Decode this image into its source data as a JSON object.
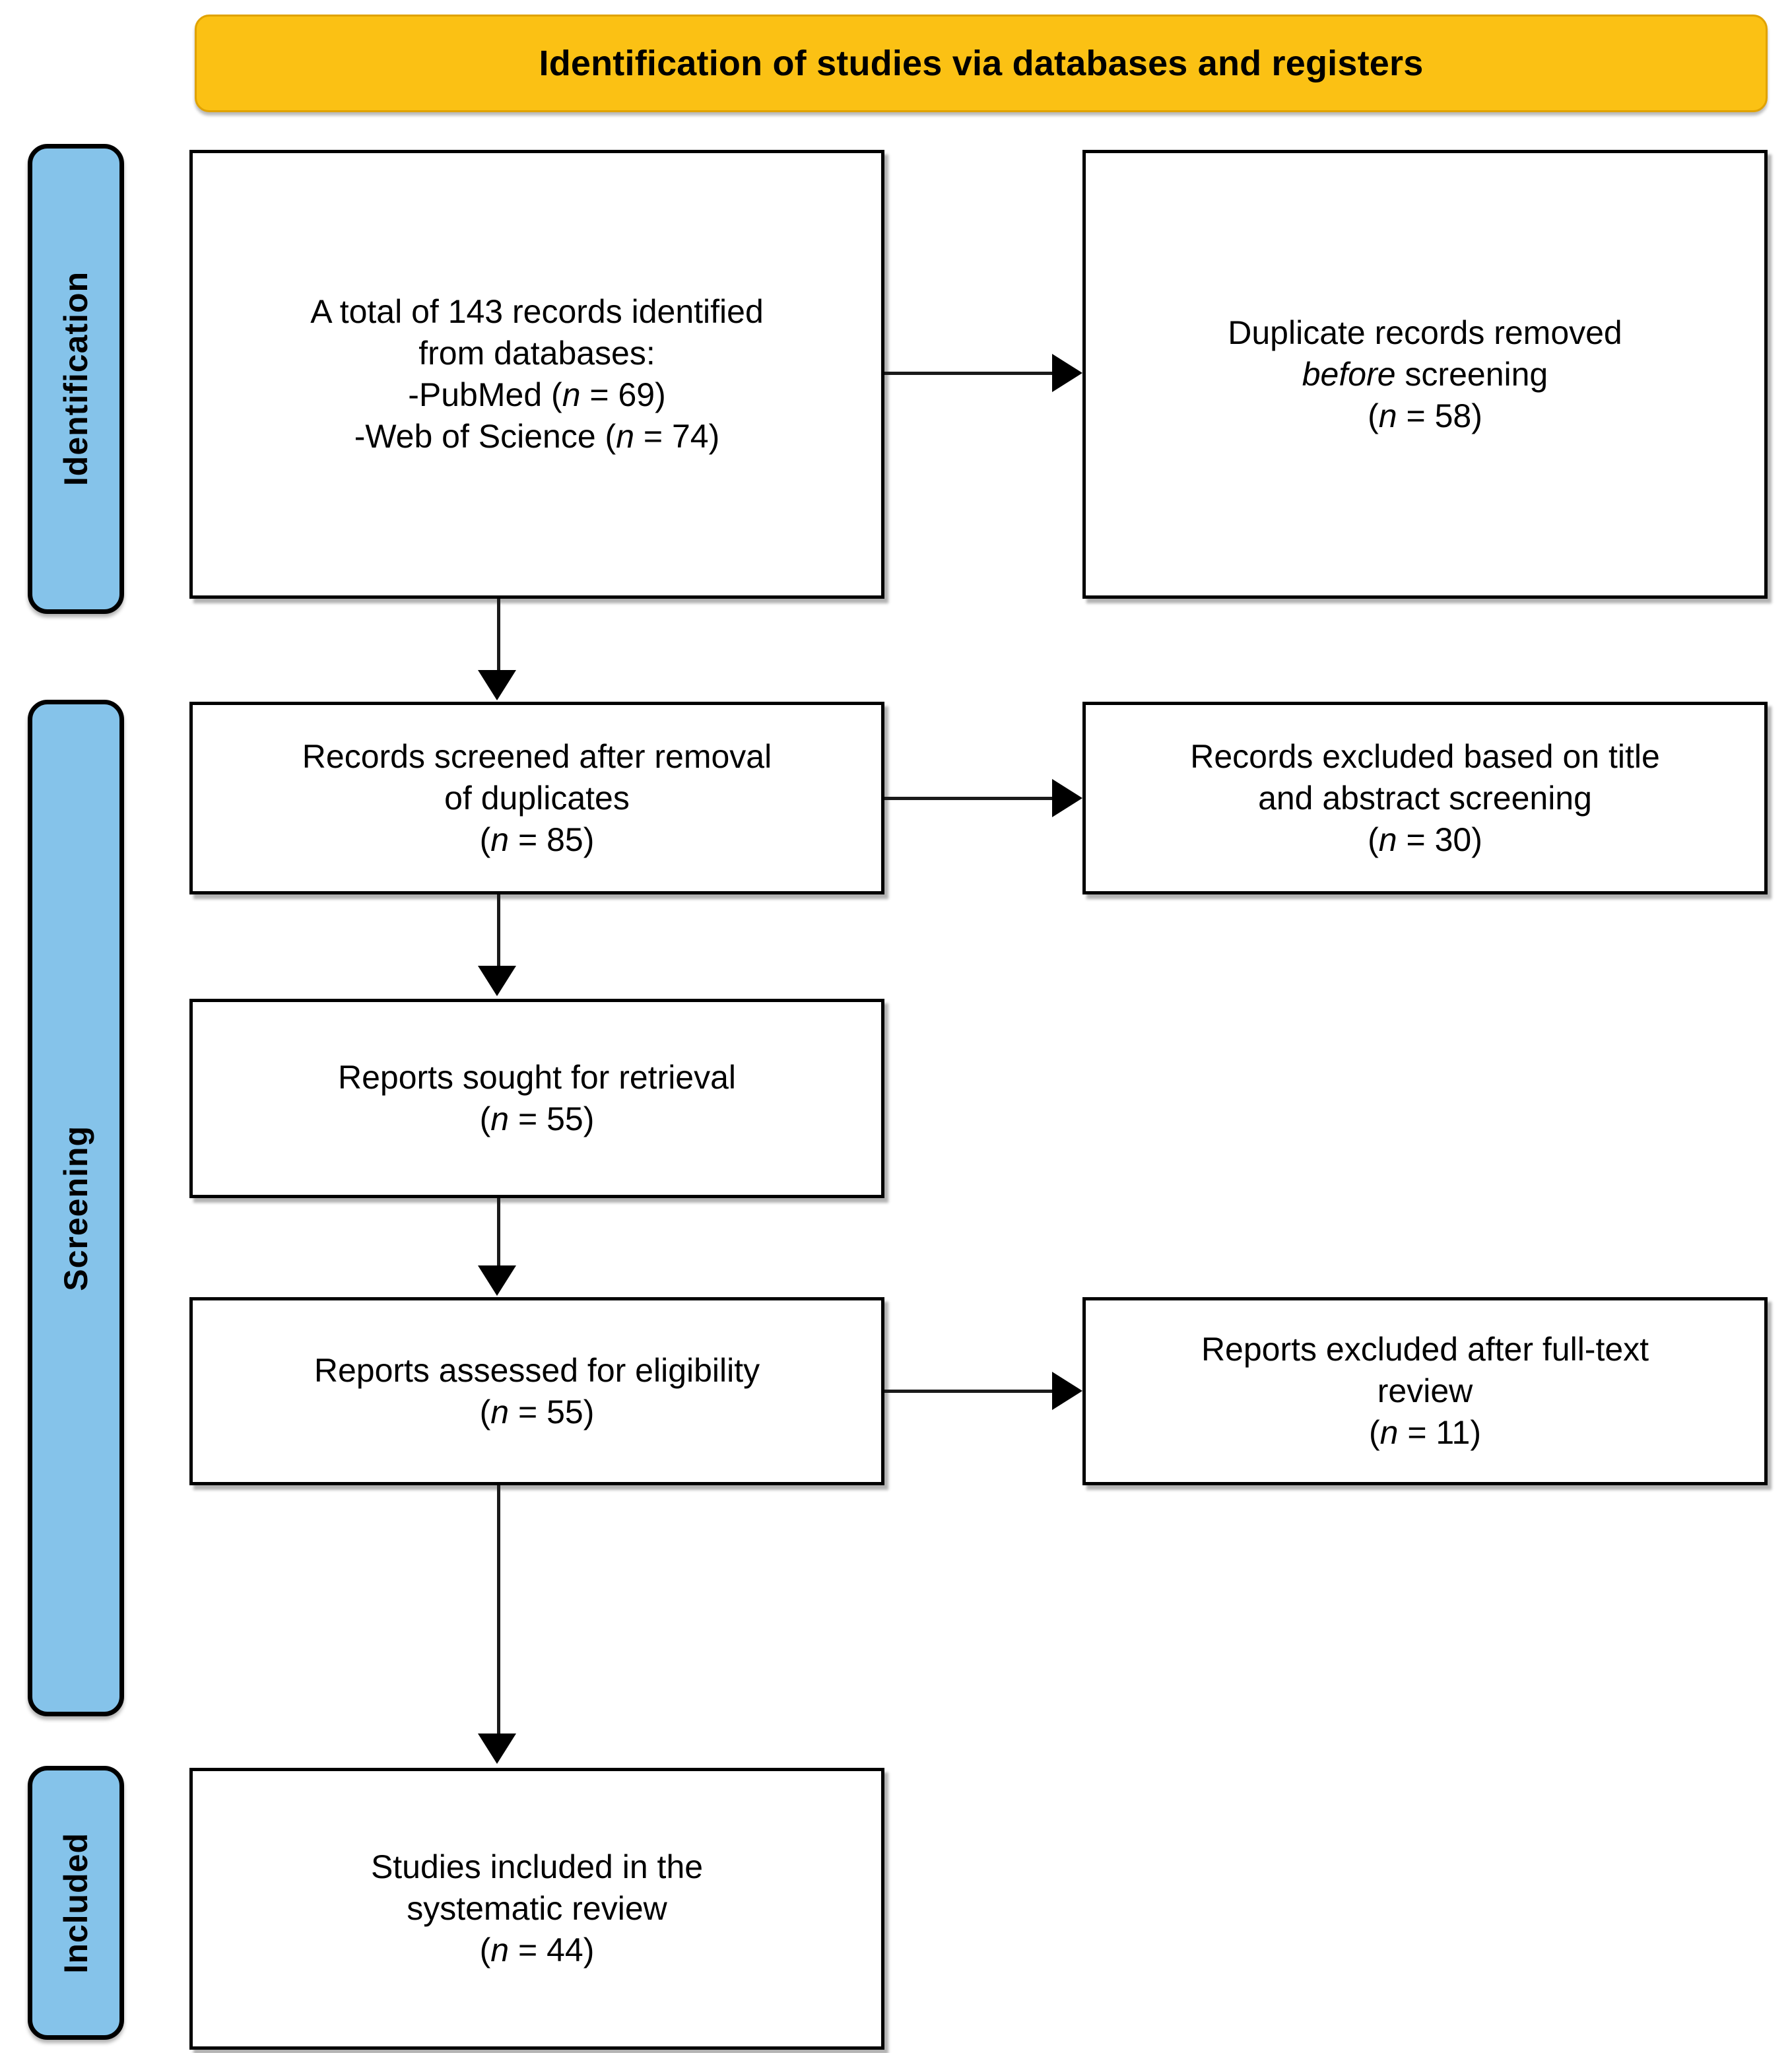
{
  "colors": {
    "banner_fill": "#fbc114",
    "banner_stroke": "#e0a200",
    "stage_fill": "#85c3ea",
    "box_stroke": "#000000",
    "text": "#000000"
  },
  "banner": {
    "title": "Identification of studies via databases and registers"
  },
  "stages": [
    {
      "key": "identification",
      "label": "Identification"
    },
    {
      "key": "screening",
      "label": "Screening"
    },
    {
      "key": "included",
      "label": "Included"
    }
  ],
  "boxes": {
    "identified": {
      "lines": [
        "A total of 143 records identified",
        "from databases:"
      ],
      "source_1_prefix": "-PubMed (",
      "source_1_n": "n",
      "source_1_suffix": " = 69)",
      "source_2_prefix": "-Web of Science (",
      "source_2_n": "n",
      "source_2_suffix": " = 74)"
    },
    "duplicates": {
      "line_1": "Duplicate records removed",
      "italic_word": "before",
      "line_2_rest": " screening",
      "count_prefix": "(",
      "count_n": "n",
      "count_suffix": " = 58)"
    },
    "screened": {
      "line_1": "Records screened after removal",
      "line_2": "of duplicates",
      "count_prefix": "(",
      "count_n": "n",
      "count_suffix": " = 85)"
    },
    "excluded_title_abstract": {
      "line_1": "Records excluded based on title",
      "line_2": "and abstract screening",
      "count_prefix": "(",
      "count_n": "n",
      "count_suffix": " = 30)"
    },
    "sought": {
      "line_1": "Reports sought for retrieval",
      "count_prefix": "(",
      "count_n": "n",
      "count_suffix": " = 55)"
    },
    "assessed": {
      "line_1": "Reports assessed for eligibility",
      "count_prefix": "(",
      "count_n": "n",
      "count_suffix": " = 55)"
    },
    "excluded_full_text": {
      "line_1": "Reports excluded after full-text",
      "line_2": "review",
      "count_prefix": "(",
      "count_n": "n",
      "count_suffix": " = 11)"
    },
    "included": {
      "line_1": "Studies included in the",
      "line_2": "systematic review",
      "count_prefix": "(",
      "count_n": "n",
      "count_suffix": " = 44)"
    }
  },
  "chart_data": {
    "type": "diagram",
    "title": "Identification of studies via databases and registers",
    "diagram_kind": "PRISMA flow diagram",
    "nodes": [
      {
        "id": "identified",
        "stage": "Identification",
        "column": "left",
        "text": "A total of 143 records identified from databases: -PubMed (n = 69) -Web of Science (n = 74)",
        "total": 143,
        "breakdown": {
          "PubMed": 69,
          "Web of Science": 74
        }
      },
      {
        "id": "duplicates",
        "stage": "Identification",
        "column": "right",
        "text": "Duplicate records removed before screening (n = 58)",
        "n": 58
      },
      {
        "id": "screened",
        "stage": "Screening",
        "column": "left",
        "text": "Records screened after removal of duplicates (n = 85)",
        "n": 85
      },
      {
        "id": "excluded_title_abstract",
        "stage": "Screening",
        "column": "right",
        "text": "Records excluded based on title and abstract screening (n = 30)",
        "n": 30
      },
      {
        "id": "sought",
        "stage": "Screening",
        "column": "left",
        "text": "Reports sought for retrieval (n = 55)",
        "n": 55
      },
      {
        "id": "assessed",
        "stage": "Screening",
        "column": "left",
        "text": "Reports assessed for eligibility (n = 55)",
        "n": 55
      },
      {
        "id": "excluded_full_text",
        "stage": "Screening",
        "column": "right",
        "text": "Reports excluded after full-text review (n = 11)",
        "n": 11
      },
      {
        "id": "included",
        "stage": "Included",
        "column": "left",
        "text": "Studies included in the systematic review (n = 44)",
        "n": 44
      }
    ],
    "edges": [
      {
        "from": "identified",
        "to": "duplicates",
        "direction": "right"
      },
      {
        "from": "identified",
        "to": "screened",
        "direction": "down"
      },
      {
        "from": "screened",
        "to": "excluded_title_abstract",
        "direction": "right"
      },
      {
        "from": "screened",
        "to": "sought",
        "direction": "down"
      },
      {
        "from": "sought",
        "to": "assessed",
        "direction": "down"
      },
      {
        "from": "assessed",
        "to": "excluded_full_text",
        "direction": "right"
      },
      {
        "from": "assessed",
        "to": "included",
        "direction": "down"
      }
    ]
  }
}
